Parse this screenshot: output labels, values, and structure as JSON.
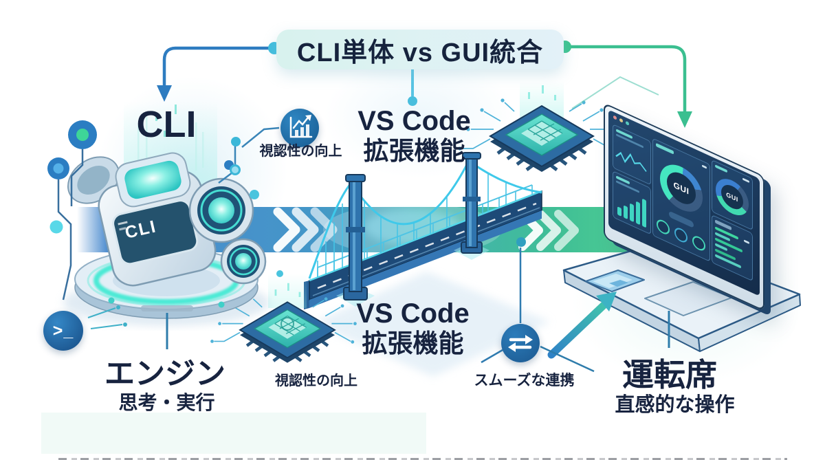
{
  "palette": {
    "navy_text": "#18243f",
    "blue_accent": "#2e7cc0",
    "green_accent": "#3cc18f",
    "cyan_accent": "#41bede",
    "band_blue": "#4285cc",
    "band_green": "#4ad08e",
    "glow_teal": "#41e3d6"
  },
  "header": {
    "title": "CLI単体 vs GUI統合"
  },
  "cli_side": {
    "heading": "CLI",
    "machine_label": "CLI",
    "terminal_icon_glyph": ">_",
    "engine_title": "エンジン",
    "engine_subtitle": "思考・実行"
  },
  "bridge_section": {
    "top": {
      "icon": "trend-chart-icon",
      "benefit": "視認性の向上",
      "heading_line1": "VS Code",
      "heading_line2": "拡張機能"
    },
    "bottom": {
      "icon": "chip-icon",
      "benefit": "視認性の向上",
      "heading_line1": "VS Code",
      "heading_line2": "拡張機能"
    },
    "link": {
      "icon": "sync-arrows-icon",
      "label": "スムーズな連携"
    }
  },
  "gui_side": {
    "monitor": {
      "gauge_primary_label": "GUI",
      "gauge_secondary_label": "GUI"
    },
    "title": "運転席",
    "subtitle": "直感的な操作"
  }
}
